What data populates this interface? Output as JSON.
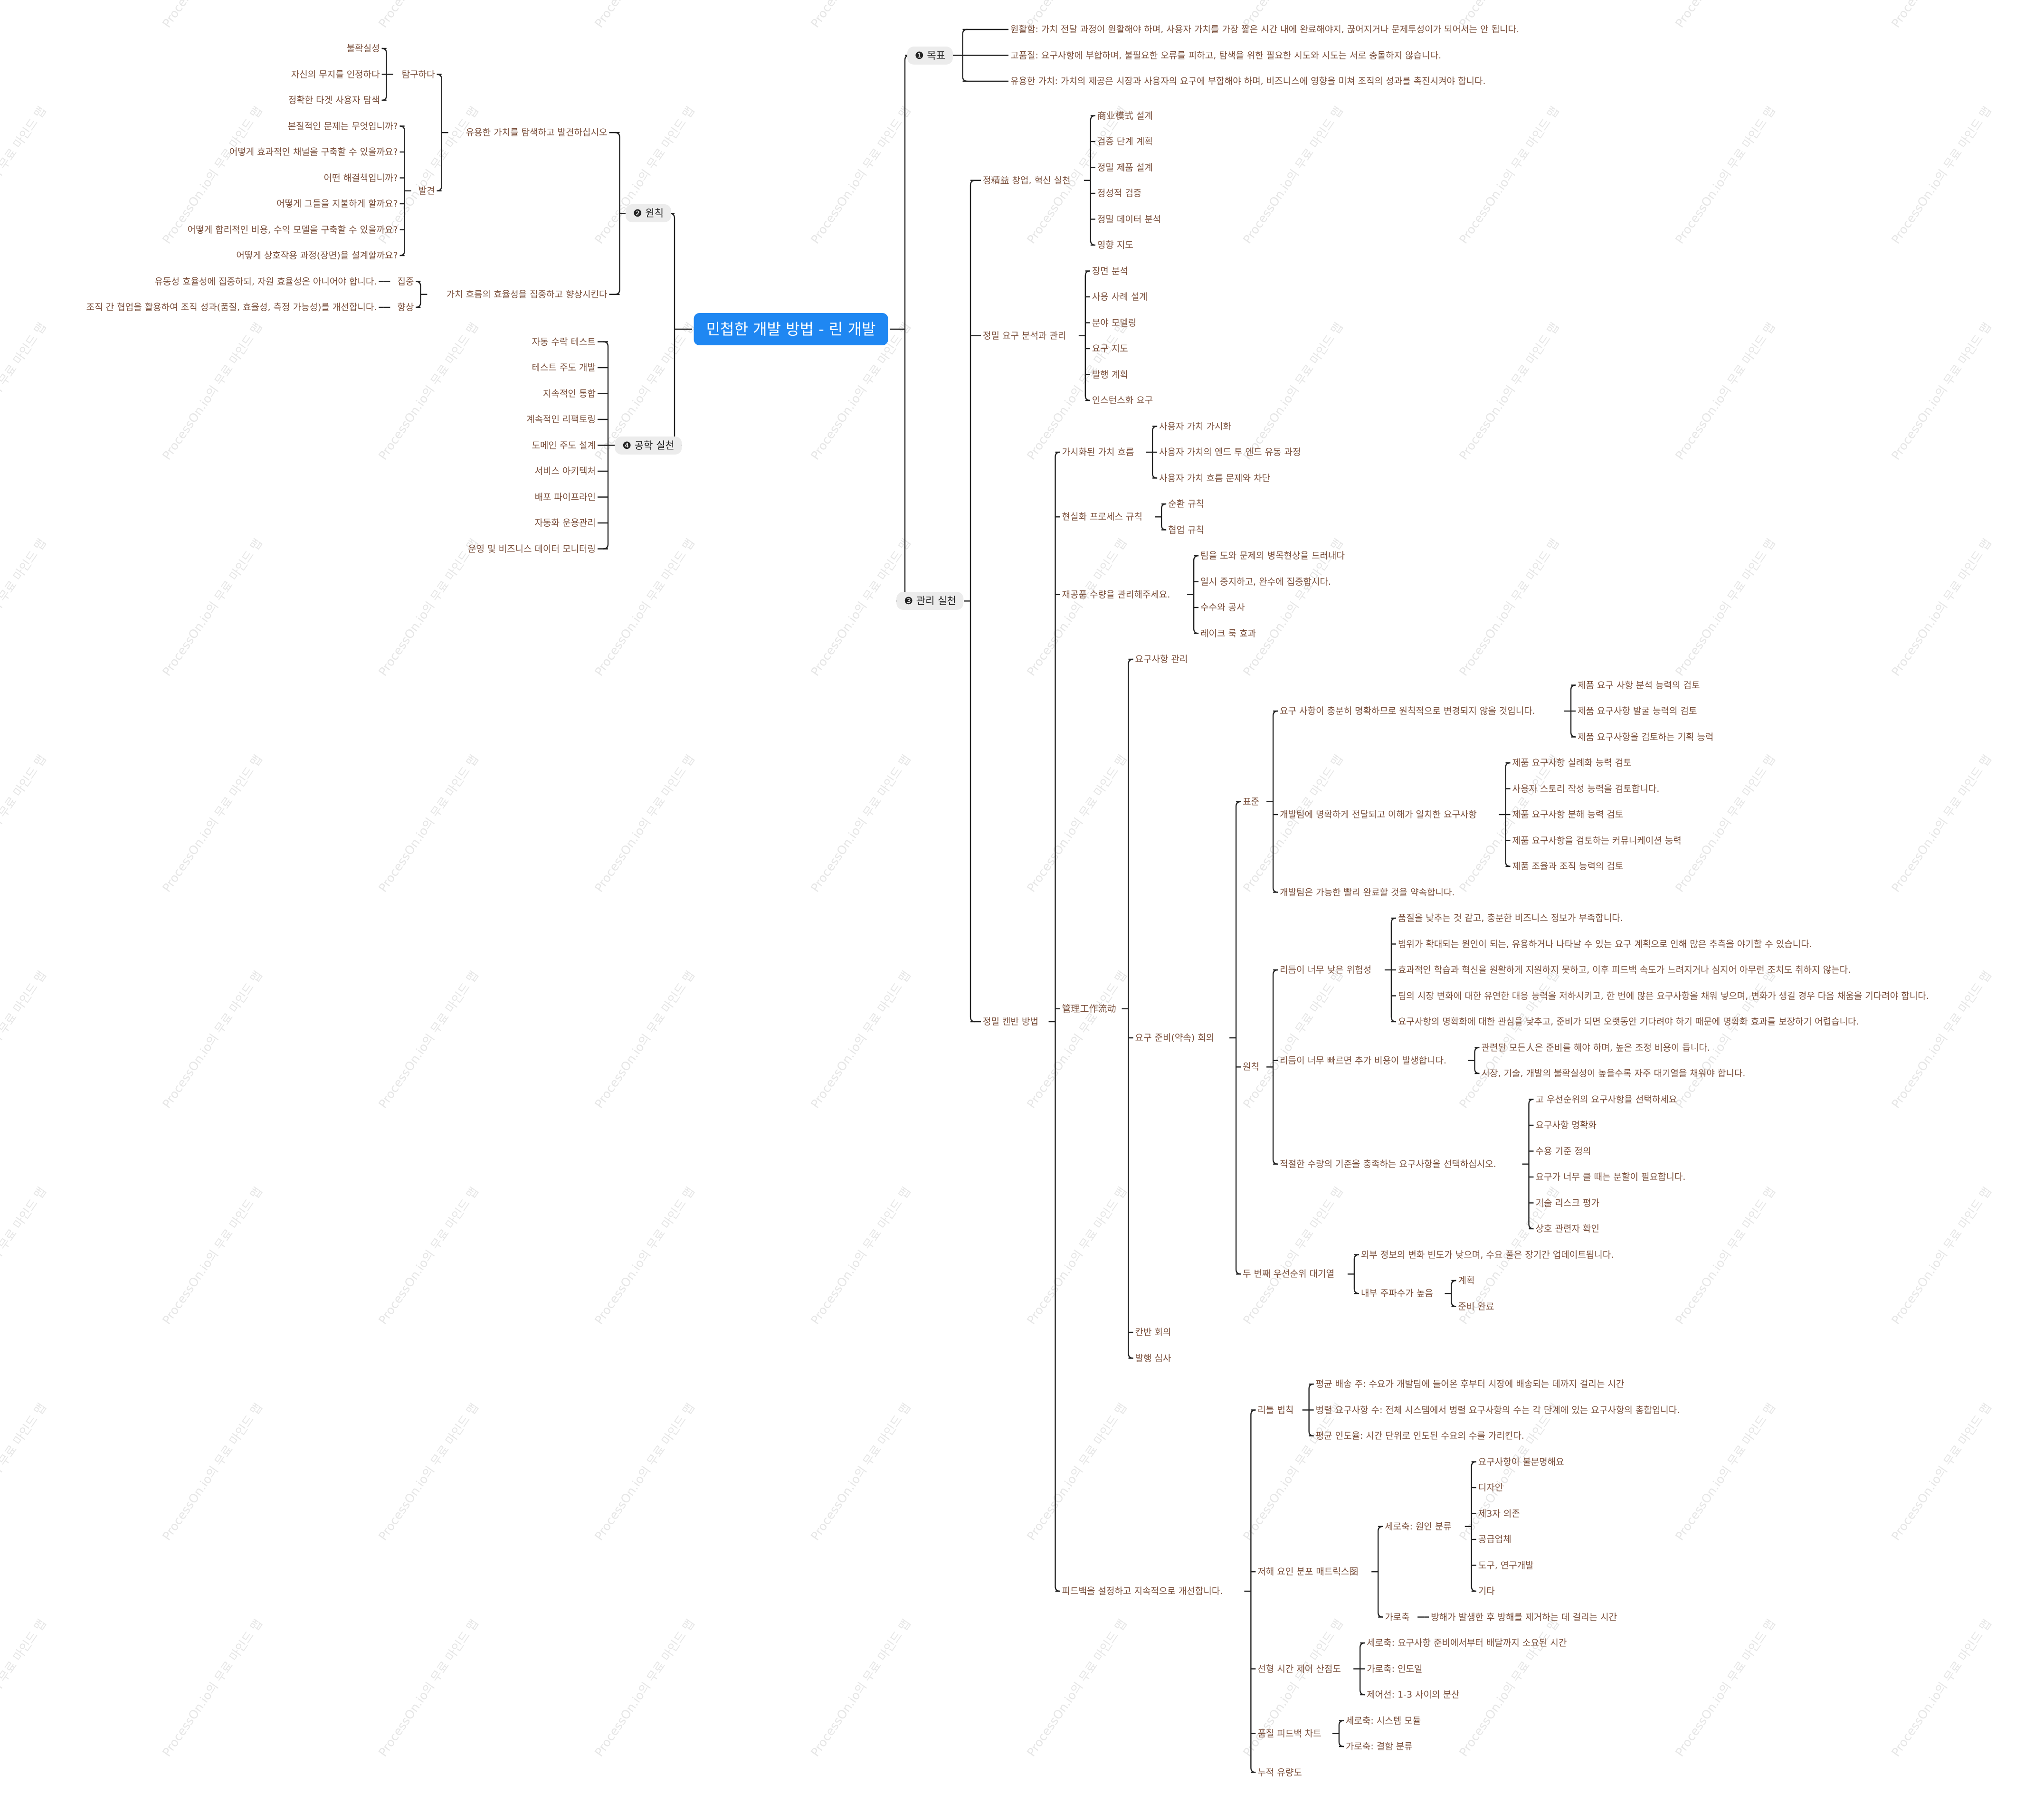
{
  "root": "민첩한 개발 방법 - 린 개발",
  "watermark": "ProcessOn.io의 무료 마인드 맵",
  "colors": {
    "root_bg": "#1f87f2",
    "line": "#222222",
    "text": "#7a4f3b",
    "pill_bg": "#ececec"
  },
  "branches": [
    {
      "label": "❶ 목표",
      "side": "right",
      "children": [
        {
          "label": "원활함: 가치 전달 과정이 원활해야 하며, 사용자 가치를 가장 짧은 시간 내에 완료해야지, 끊어지거나 문제투성이가 되어서는 안 됩니다."
        },
        {
          "label": "고품질: 요구사항에 부합하며, 불필요한 오류를 피하고, 탐색을 위한 필요한 시도와 시도는 서로 충돌하지 않습니다."
        },
        {
          "label": "유용한 가치: 가치의 제공은 시장과 사용자의 요구에 부합해야 하며, 비즈니스에 영향을 미쳐 조직의 성과를 촉진시켜야 합니다."
        }
      ]
    },
    {
      "label": "❸ 관리 실천",
      "side": "right",
      "children": [
        {
          "label": "정精益 창업, 혁신 실천",
          "children": [
            {
              "label": "商业模式 설계"
            },
            {
              "label": "검증 단계 계획"
            },
            {
              "label": "정밀 제품 설계"
            },
            {
              "label": "정성적 검증"
            },
            {
              "label": "정밀 데이터 분석"
            },
            {
              "label": "영향 지도"
            }
          ]
        },
        {
          "label": "정밀 요구 분석과 관리",
          "children": [
            {
              "label": "장면 분석"
            },
            {
              "label": "사용 사례 설계"
            },
            {
              "label": "분야 모델링"
            },
            {
              "label": "요구 지도"
            },
            {
              "label": "발행 계획"
            },
            {
              "label": "인스턴스화 요구"
            }
          ]
        },
        {
          "label": "정밀 캔반 방법",
          "children": [
            {
              "label": "가시화된 가치 흐름",
              "children": [
                {
                  "label": "사용자 가치 가시화"
                },
                {
                  "label": "사용자 가치의 엔드 투 엔드 유동 과정"
                },
                {
                  "label": "사용자 가치 흐름 문제와 차단"
                }
              ]
            },
            {
              "label": "현실화 프로세스 규칙",
              "children": [
                {
                  "label": "순환 규칙"
                },
                {
                  "label": "협업 규칙"
                }
              ]
            },
            {
              "label": "재공품 수량을 관리해주세요.",
              "children": [
                {
                  "label": "팀을 도와 문제의 병목현상을 드러내다"
                },
                {
                  "label": "일시 중지하고, 완수에 집중합시다."
                },
                {
                  "label": "수수와 공사"
                },
                {
                  "label": "레이크 룩 효과"
                }
              ]
            },
            {
              "label": "管理工作流动",
              "children": [
                {
                  "label": "요구사항 관리"
                },
                {
                  "label": "요구 준비(약속) 회의",
                  "children": [
                    {
                      "label": "표준",
                      "children": [
                        {
                          "label": "요구 사항이 충분히 명확하므로 원칙적으로 변경되지 않을 것입니다.",
                          "children": [
                            {
                              "label": "제품 요구 사항 분석 능력의 검토"
                            },
                            {
                              "label": "제품 요구사항 발굴 능력의 검토"
                            },
                            {
                              "label": "제품 요구사항을 검토하는 기획 능력"
                            }
                          ]
                        },
                        {
                          "label": "개발팀에 명확하게 전달되고 이해가 일치한 요구사항",
                          "children": [
                            {
                              "label": "제품 요구사항 실례화 능력 검토"
                            },
                            {
                              "label": "사용자 스토리 작성 능력을 검토합니다."
                            },
                            {
                              "label": "제품 요구사항 분해 능력 검토"
                            },
                            {
                              "label": "제품 요구사항을 검토하는 커뮤니케이션 능력"
                            },
                            {
                              "label": "제품 조율과 조직 능력의 검토"
                            }
                          ]
                        },
                        {
                          "label": "개발팀은 가능한 빨리 완료할 것을 약속합니다."
                        }
                      ]
                    },
                    {
                      "label": "원칙",
                      "children": [
                        {
                          "label": "리듬이 너무 낮은 위험성",
                          "children": [
                            {
                              "label": "품질을 낮추는 것 같고, 충분한 비즈니스 정보가 부족합니다."
                            },
                            {
                              "label": "범위가 확대되는 원인이 되는, 유용하거나 나타날 수 있는 요구 계획으로 인해 많은 추측을 야기할 수 있습니다."
                            },
                            {
                              "label": "효과적인 학습과 혁신을 원활하게 지원하지 못하고, 이후 피드백 속도가 느려지거나 심지어 아무런 조치도 취하지 않는다."
                            },
                            {
                              "label": "팀의 시장 변화에 대한 유연한 대응 능력을 저하시키고, 한 번에 많은 요구사항을 채워 넣으며, 변화가 생길 경우 다음 채움을 기다려야 합니다."
                            },
                            {
                              "label": "요구사항의 명확화에 대한 관심을 낮추고, 준비가 되면 오랫동안 기다려야 하기 때문에 명확화 효과를 보장하기 어렵습니다."
                            }
                          ]
                        },
                        {
                          "label": "리듬이 너무 빠르면 추가 비용이 발생합니다.",
                          "children": [
                            {
                              "label": "관련된 모든人은 준비를 해야 하며, 높은 조정 비용이 듭니다."
                            },
                            {
                              "label": "시장, 기술, 개발의 불확실성이 높을수록 자주 대기열을 채워야 합니다."
                            }
                          ]
                        },
                        {
                          "label": "적절한 수량의 기준을 충족하는 요구사항을 선택하십시오.",
                          "children": [
                            {
                              "label": "고 우선순위의 요구사항을 선택하세요"
                            },
                            {
                              "label": "요구사항 명확화"
                            },
                            {
                              "label": "수용 기준 정의"
                            },
                            {
                              "label": "요구가 너무 클 때는 분할이 필요합니다."
                            },
                            {
                              "label": "기술 리스크 평가"
                            },
                            {
                              "label": "상호 관련자 확인"
                            }
                          ]
                        }
                      ]
                    },
                    {
                      "label": "두 번째 우선순위 대기열",
                      "children": [
                        {
                          "label": "외부 정보의 변화 빈도가 낮으며, 수요 풀은 장기간 업데이트됩니다."
                        },
                        {
                          "label": "내부 주파수가 높음",
                          "children": [
                            {
                              "label": "계획"
                            },
                            {
                              "label": "준비 완료"
                            }
                          ]
                        }
                      ]
                    }
                  ]
                },
                {
                  "label": "칸반 회의"
                },
                {
                  "label": "발행 심사"
                }
              ]
            },
            {
              "label": "피드백을 설정하고 지속적으로 개선합니다.",
              "children": [
                {
                  "label": "리틀 법칙",
                  "children": [
                    {
                      "label": "평균 배송 주: 수요가 개발팀에 들어온 후부터 시장에 배송되는 데까지 걸리는 시간"
                    },
                    {
                      "label": "병렬 요구사항 수: 전체 시스템에서 병렬 요구사항의 수는 각 단계에 있는 요구사항의 총합입니다."
                    },
                    {
                      "label": "평균 인도율: 시간 단위로 인도된 수요의 수를 가리킨다."
                    }
                  ]
                },
                {
                  "label": "저해 요인 분포 매트릭스图",
                  "children": [
                    {
                      "label": "세로축: 원인 분류",
                      "children": [
                        {
                          "label": "요구사항이 불분명해요"
                        },
                        {
                          "label": "디자인"
                        },
                        {
                          "label": "제3자 의존"
                        },
                        {
                          "label": "공급업체"
                        },
                        {
                          "label": "도구, 연구개발"
                        },
                        {
                          "label": "기타"
                        }
                      ]
                    },
                    {
                      "label": "가로축",
                      "children": [
                        {
                          "label": "방해가 발생한 후 방해를 제거하는 데 걸리는 시간"
                        }
                      ]
                    }
                  ]
                },
                {
                  "label": "선형 시간 제어 산점도",
                  "children": [
                    {
                      "label": "세로축: 요구사항 준비에서부터 배달까지 소요된 시간"
                    },
                    {
                      "label": "가로축: 인도일"
                    },
                    {
                      "label": "제어선: 1-3 사이의 분산"
                    }
                  ]
                },
                {
                  "label": "품질 피드백 차트",
                  "children": [
                    {
                      "label": "세로축: 시스템 모듈"
                    },
                    {
                      "label": "가로축: 결함 분류"
                    }
                  ]
                },
                {
                  "label": "누적 유량도"
                }
              ]
            }
          ]
        }
      ]
    },
    {
      "label": "❷ 원칙",
      "side": "left",
      "children": [
        {
          "label": "유용한 가치를 탐색하고 발견하십시오",
          "children": [
            {
              "label": "탐구하다",
              "children": [
                {
                  "label": "불확실성"
                },
                {
                  "label": "자신의 무지를 인정하다"
                },
                {
                  "label": "정확한 타겟 사용자 탐색"
                }
              ]
            },
            {
              "label": "발견",
              "children": [
                {
                  "label": "본질적인 문제는 무엇입니까?"
                },
                {
                  "label": "어떻게 효과적인 채널을 구축할 수 있을까요?"
                },
                {
                  "label": "어떤 해결책입니까?"
                },
                {
                  "label": "어떻게 그들을 지불하게 할까요?"
                },
                {
                  "label": "어떻게 합리적인 비용, 수익 모델을 구축할 수 있을까요?"
                },
                {
                  "label": "어떻게 상호작용 과정(장면)을 설계할까요?"
                }
              ]
            }
          ]
        },
        {
          "label": "가치 흐름의 효율성을 집중하고 향상시킨다",
          "children": [
            {
              "label": "집중",
              "children": [
                {
                  "label": "유동성 효율성에 집중하되, 자원 효율성은 아니어야 합니다."
                }
              ]
            },
            {
              "label": "향상",
              "children": [
                {
                  "label": "조직 간 협업을 활용하여 조직 성과(품질, 효율성, 측정 가능성)를 개선합니다."
                }
              ]
            }
          ]
        }
      ]
    },
    {
      "label": "❹ 공학 실천",
      "side": "left",
      "children": [
        {
          "label": "자동 수락 테스트"
        },
        {
          "label": "테스트 주도 개발"
        },
        {
          "label": "지속적인 통합"
        },
        {
          "label": "계속적인 리팩토링"
        },
        {
          "label": "도메인 주도 설계"
        },
        {
          "label": "서비스 아키텍처"
        },
        {
          "label": "배포 파이프라인"
        },
        {
          "label": "자동화 운용관리"
        },
        {
          "label": "운영 및 비즈니스 데이터 모니터링"
        }
      ]
    }
  ]
}
